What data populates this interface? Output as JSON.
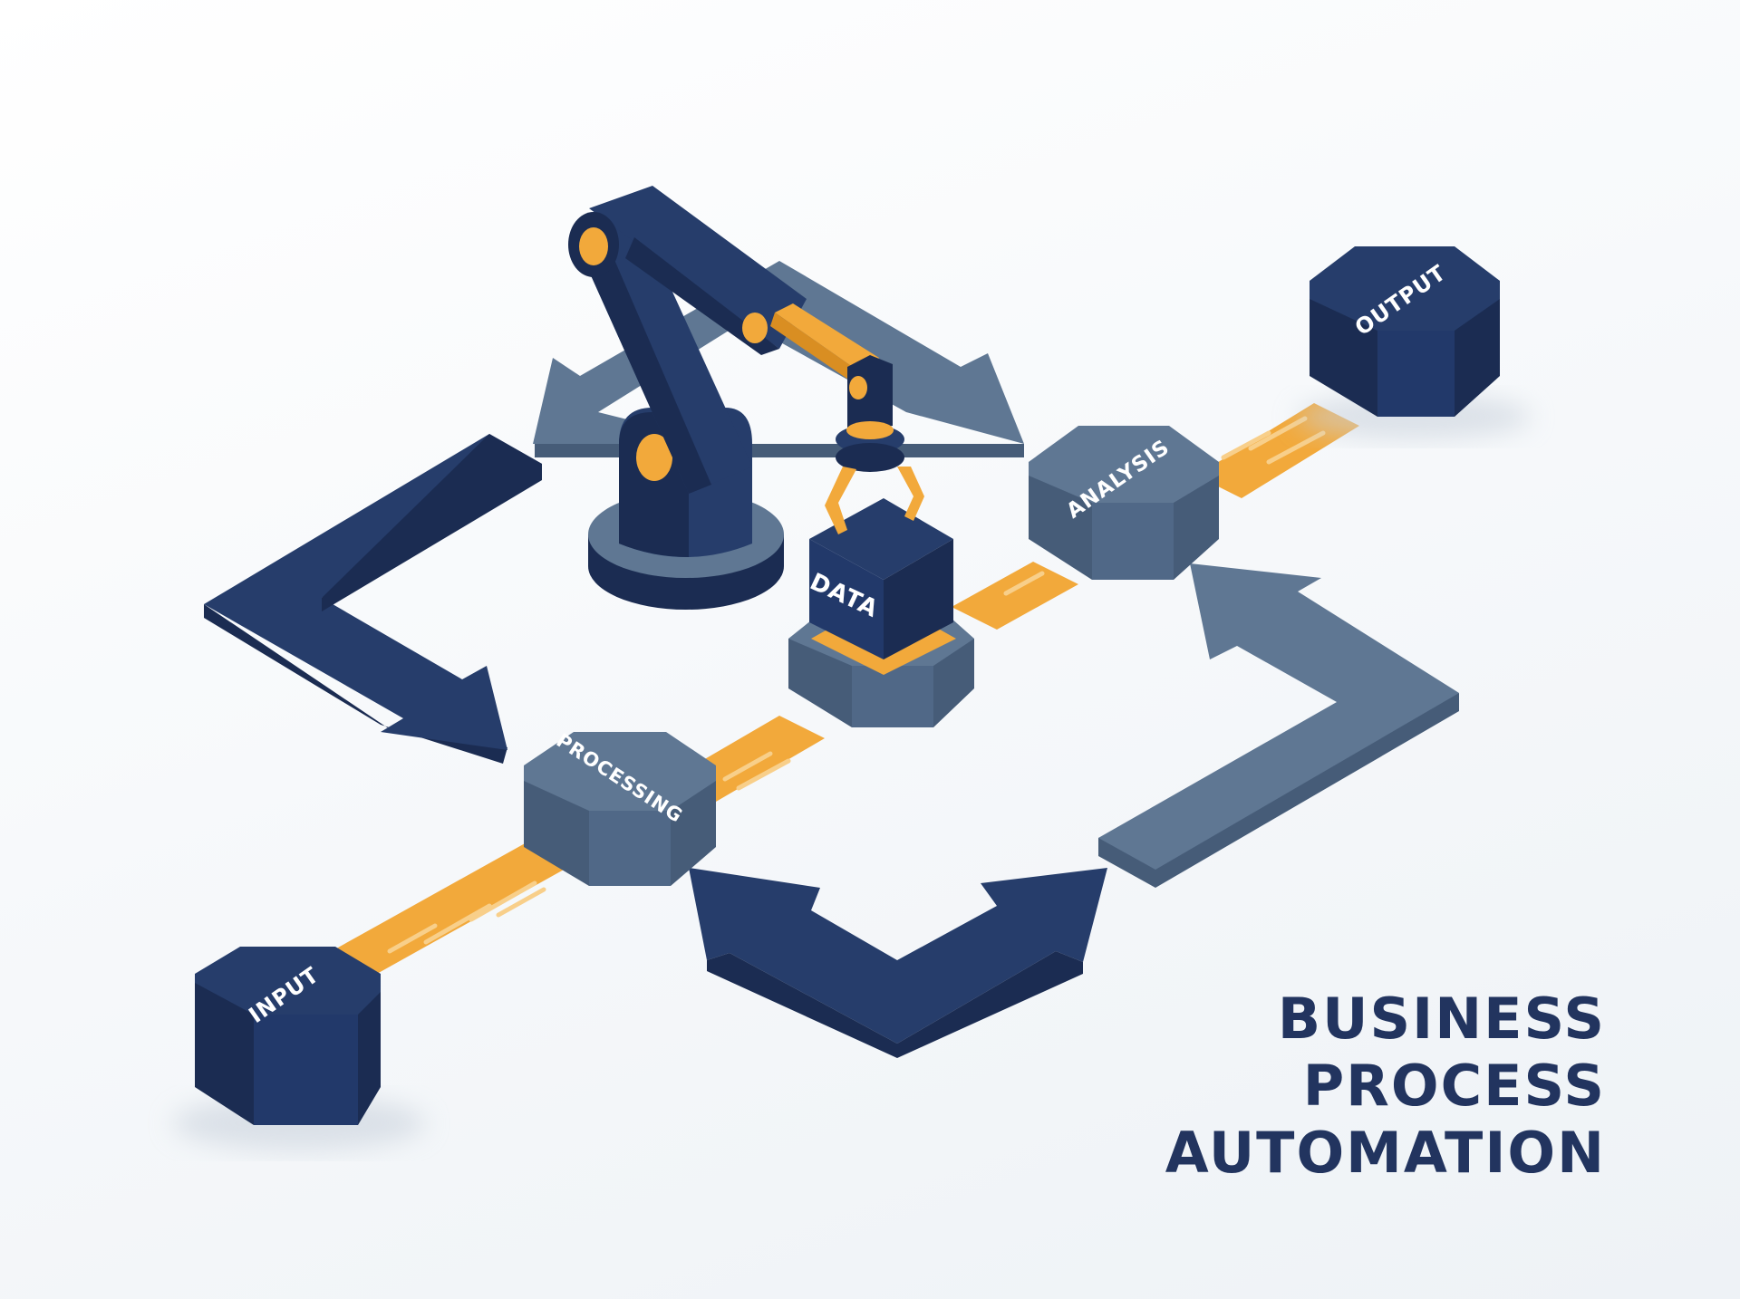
{
  "title": {
    "line1": "BUSINESS",
    "line2": "PROCESS",
    "line3": "AUTOMATION"
  },
  "nodes": {
    "input": "INPUT",
    "processing": "PROCESSING",
    "data": "DATA",
    "analysis": "ANALYSIS",
    "output": "OUTPUT"
  },
  "colors": {
    "navy": "#263d6b",
    "navy_dark": "#1b2c52",
    "slate": "#5f7793",
    "slate_dark": "#465c78",
    "orange": "#f2a93b",
    "orange_dark": "#d98e22",
    "text": "#22345f",
    "background": "#f4f6f9"
  }
}
